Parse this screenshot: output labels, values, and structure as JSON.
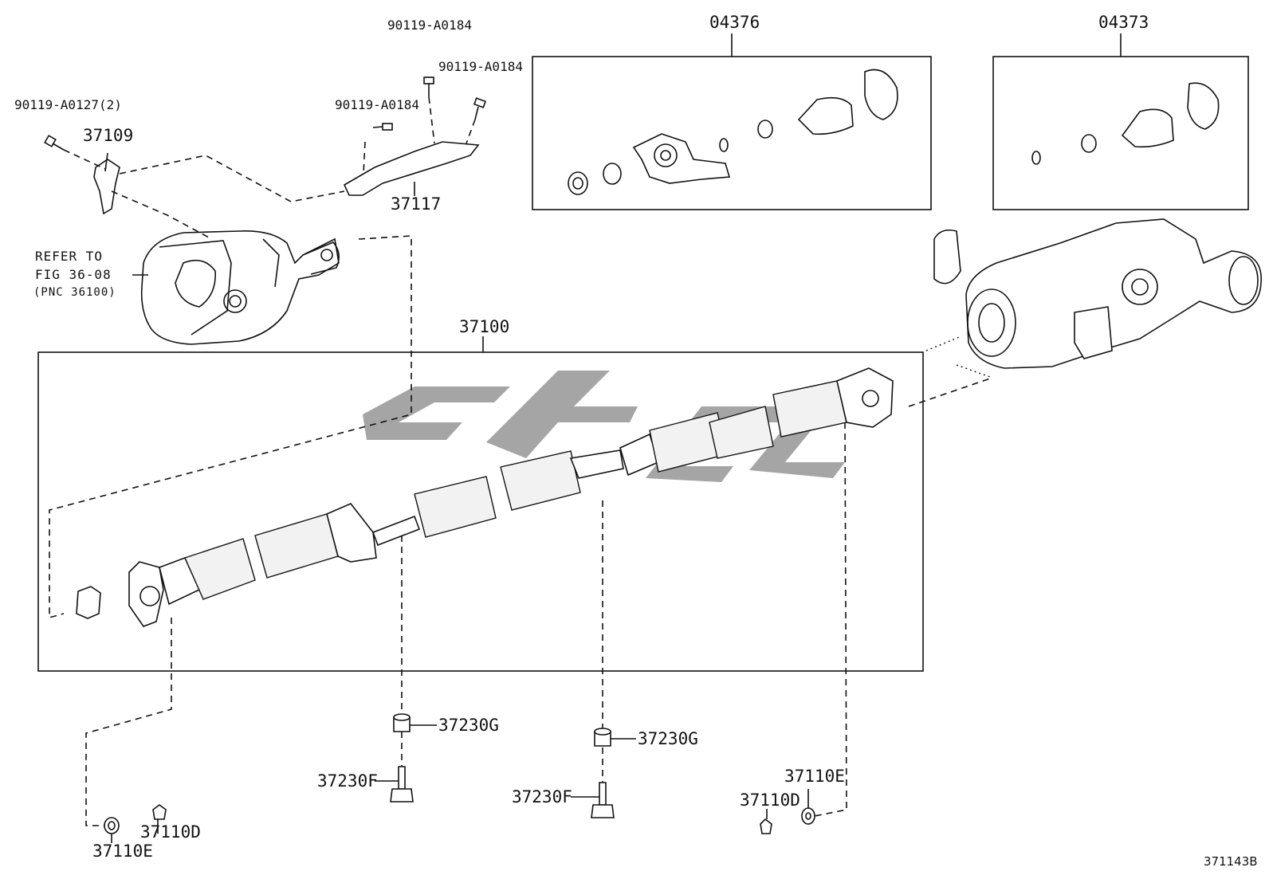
{
  "diagram_code": "371143B",
  "note": {
    "line1": "REFER TO",
    "line2": "FIG 36-08",
    "line3": "(PNC 36100)"
  },
  "labels": {
    "bolt_a0127": "90119-A0127(2)",
    "bracket_37109": "37109",
    "bolt_a0184_top": "90119-A0184",
    "bolt_a0184_right": "90119-A0184",
    "bolt_a0184_mid": "90119-A0184",
    "bracket_37117": "37117",
    "kit_04376": "04376",
    "kit_04373": "04373",
    "shaft_37100": "37100",
    "spacer_37230g_a": "37230G",
    "bolt_37230f_a": "37230F",
    "spacer_37230g_b": "37230G",
    "bolt_37230f_b": "37230F",
    "washer_37110e_left": "37110E",
    "nut_37110d_left": "37110D",
    "washer_37110e_right": "37110E",
    "nut_37110d_right": "37110D"
  }
}
